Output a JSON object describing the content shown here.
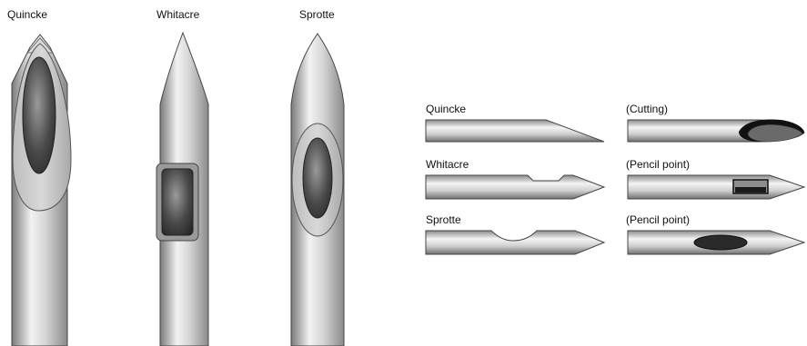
{
  "figure": {
    "top_labels": [
      "Quincke",
      "Whitacre",
      "Sprotte"
    ],
    "side_rows": [
      {
        "left_label": "Quincke",
        "right_label": "(Cutting)"
      },
      {
        "left_label": "Whitacre",
        "right_label": "(Pencil point)"
      },
      {
        "left_label": "Sprotte",
        "right_label": "(Pencil point)"
      }
    ]
  }
}
